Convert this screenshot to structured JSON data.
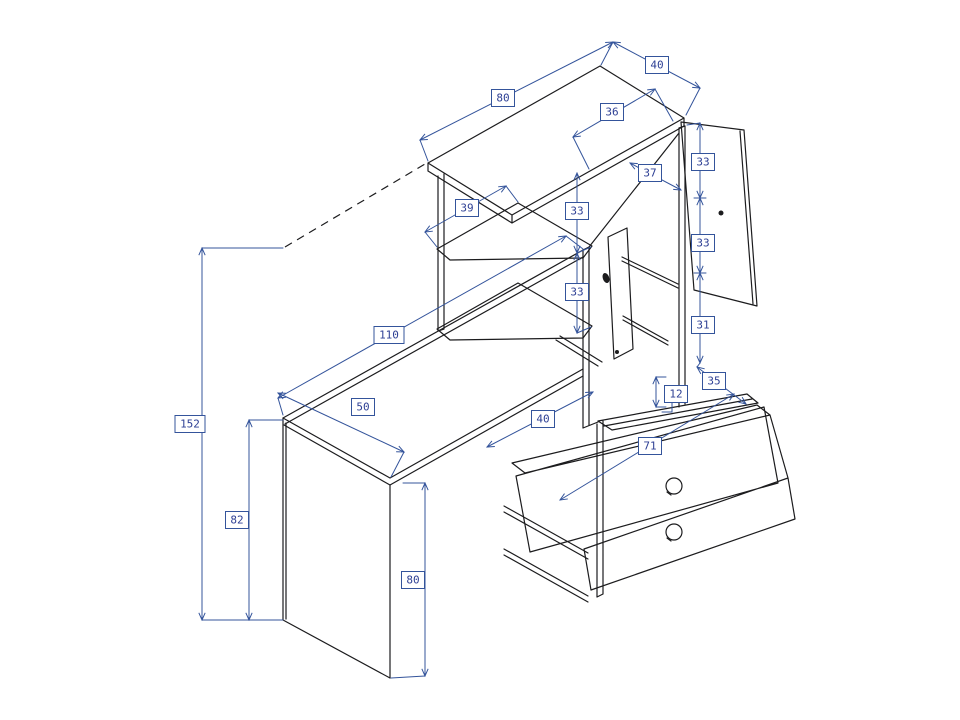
{
  "colors": {
    "background": "#ffffff",
    "outline": "#1c1c1e",
    "dimension": "#34549b",
    "label_text": "#2d3f94"
  },
  "dimensions": {
    "top_width": "80",
    "top_side": "40",
    "cabinet_top_depth": "36",
    "cabinet_front_width": "37",
    "cabinet_section_1": "33",
    "cabinet_section_2": "33",
    "cabinet_section_3": "31",
    "shelf_side": "39",
    "left_shelf_gap_1": "33",
    "left_shelf_gap_2": "33",
    "desk_length": "110",
    "desk_depth": "50",
    "total_height": "152",
    "desk_height": "82",
    "panel_height": "80",
    "compartment_width": "40",
    "drawer_width": "71",
    "gap_height": "12",
    "drawer_top_depth": "35"
  }
}
